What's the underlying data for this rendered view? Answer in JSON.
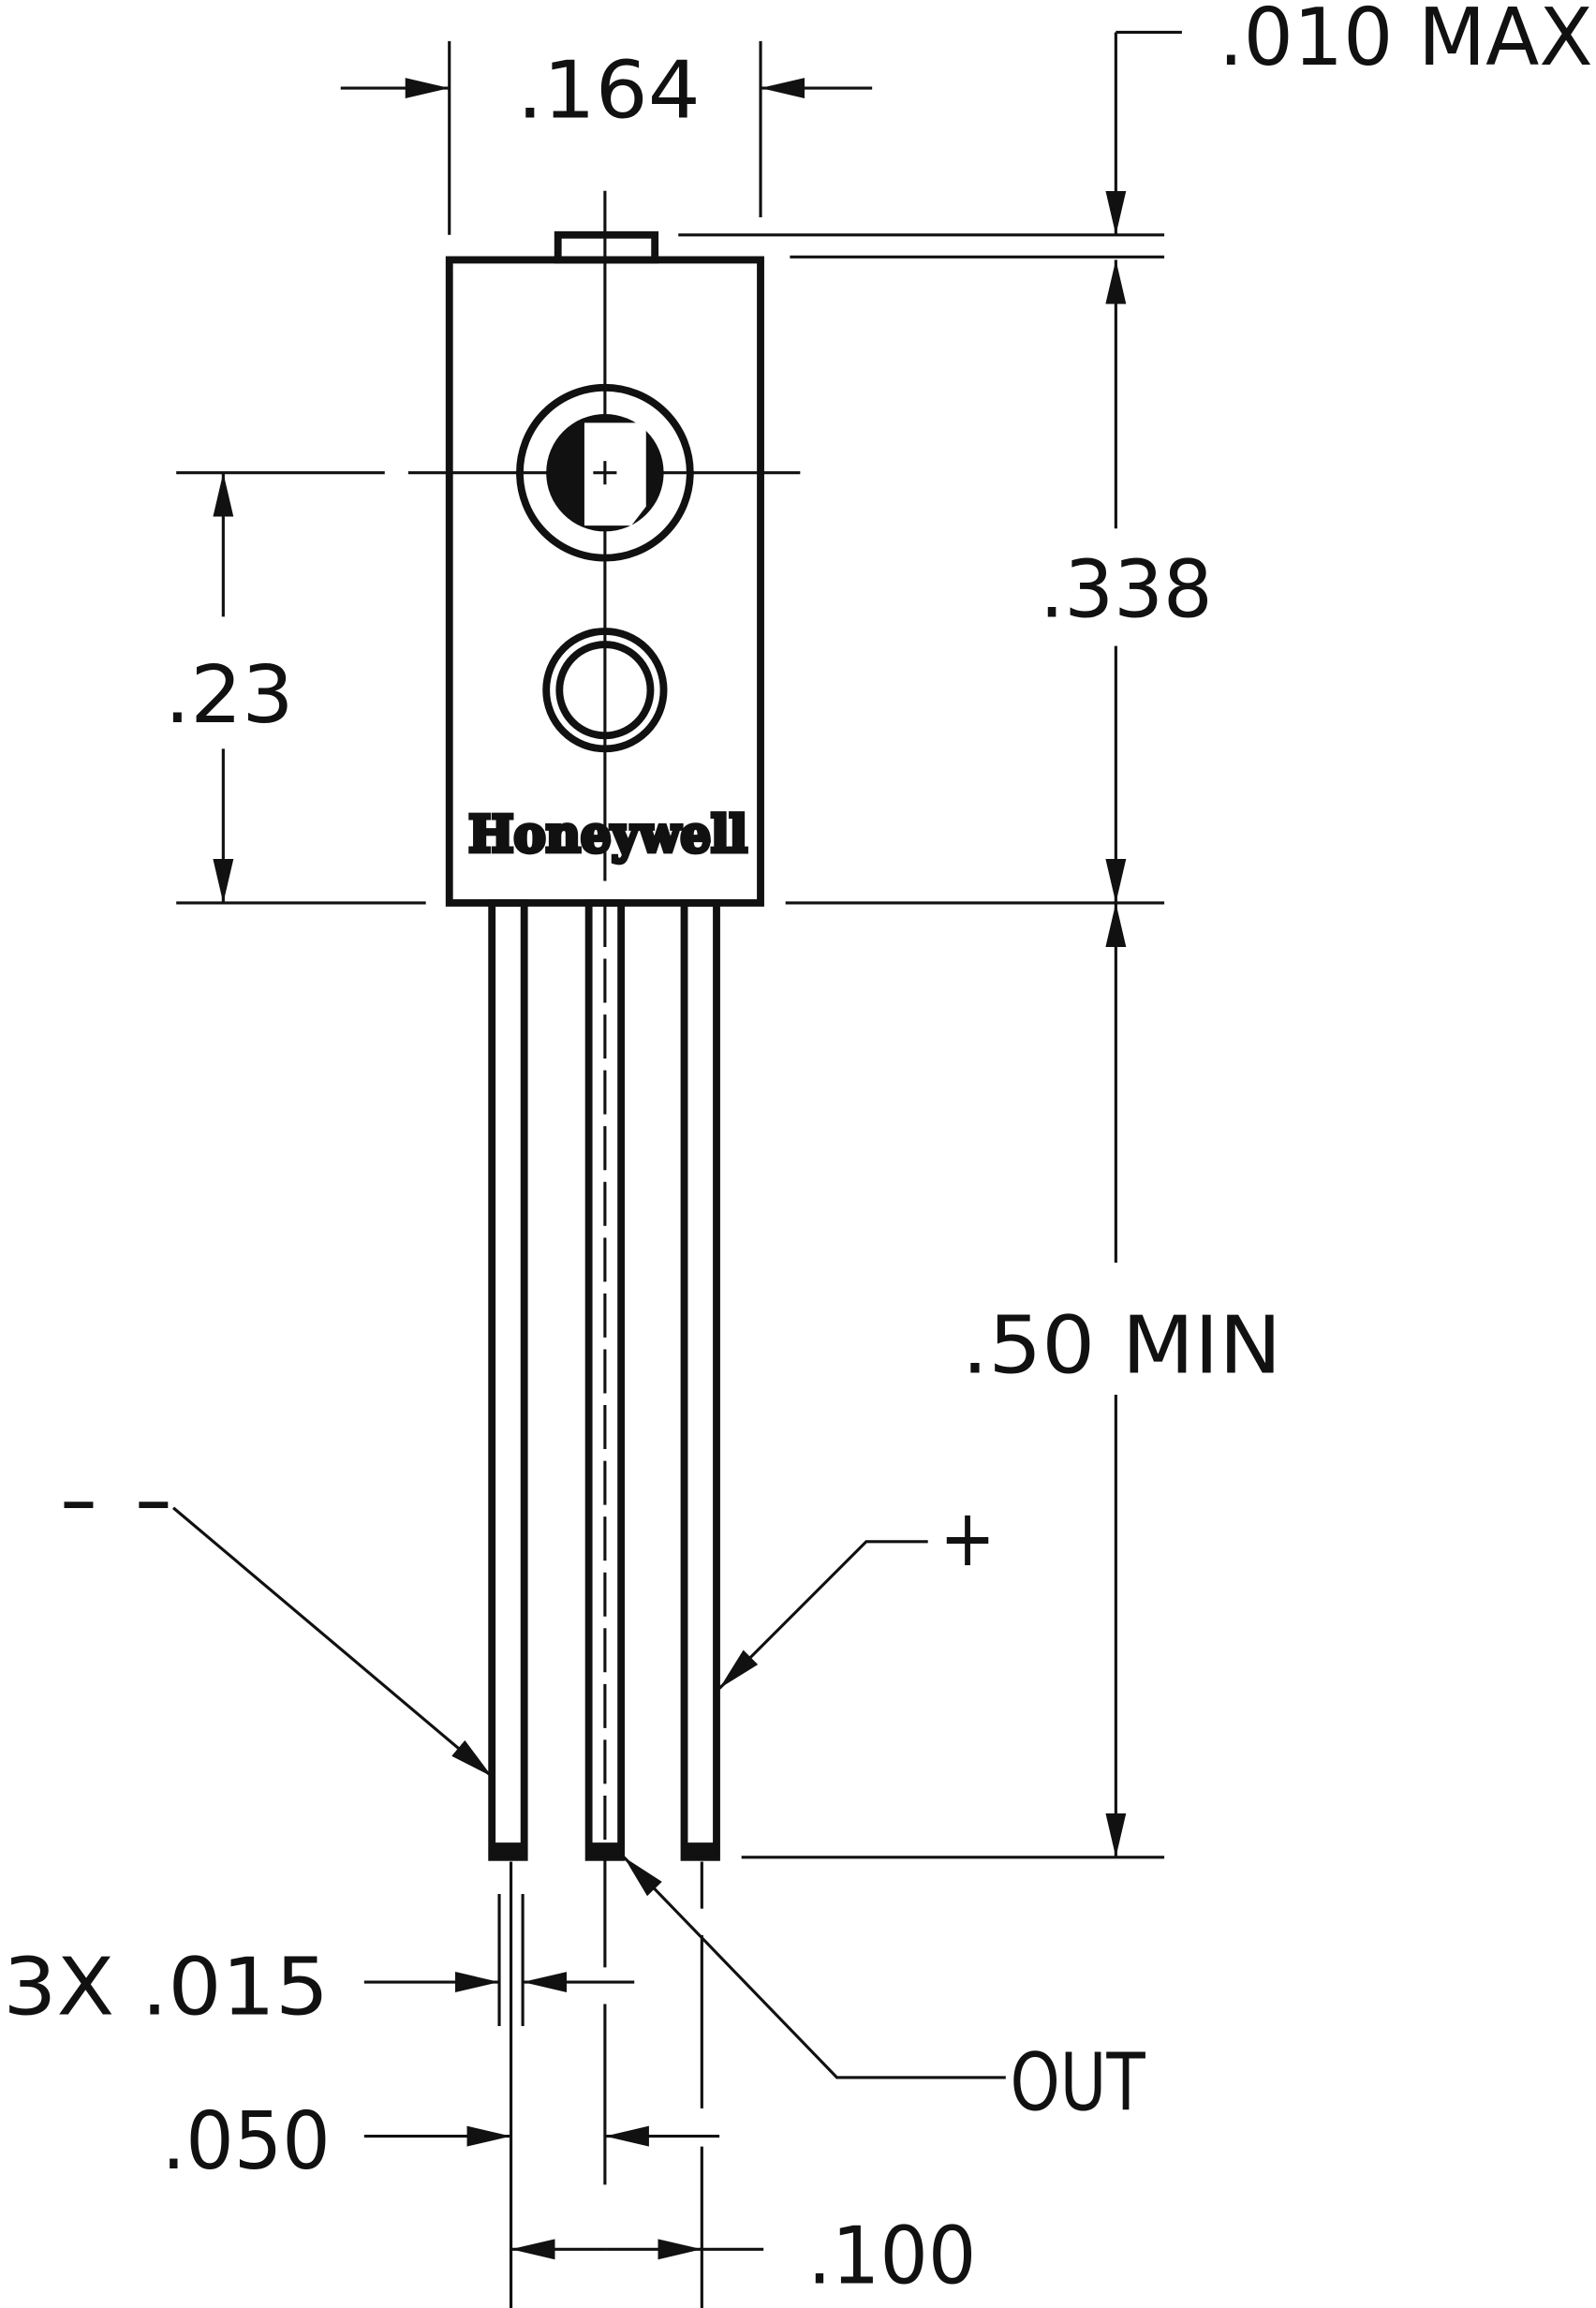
{
  "drawing": {
    "brand": "Honeywell",
    "dimensions": {
      "width": ".164",
      "tab_height": ".010 MAX",
      "body_height": ".338",
      "sensor_height": ".23",
      "lead_length": ".50 MIN",
      "lead_width": "3X .015",
      "lead_spacing": ".050",
      "lead_pitch": ".100"
    },
    "pins": {
      "negative": "- -",
      "positive": "+",
      "output": "OUT"
    }
  }
}
